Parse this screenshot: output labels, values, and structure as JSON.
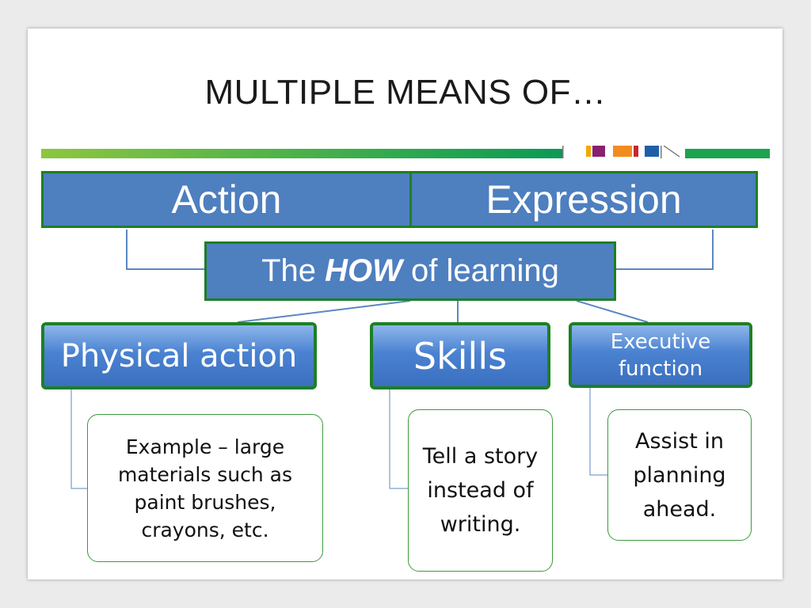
{
  "slide": {
    "title": "MULTIPLE MEANS OF…"
  },
  "diagram": {
    "top_left": "Action",
    "top_right": "Expression",
    "center_prefix": "The ",
    "center_emphasis": "HOW",
    "center_suffix": " of learning",
    "branches": [
      {
        "label": "Physical action",
        "detail": "Example – large materials such as paint brushes, crayons, etc."
      },
      {
        "label": "Skills",
        "detail": "Tell a story instead of writing."
      },
      {
        "label": "Executive function",
        "detail": "Assist in planning ahead."
      }
    ]
  },
  "colors": {
    "box_fill": "#4e7fbf",
    "box_border": "#1e7f25",
    "connector": "#5b87c4",
    "outline_border": "#3d9a3d"
  }
}
